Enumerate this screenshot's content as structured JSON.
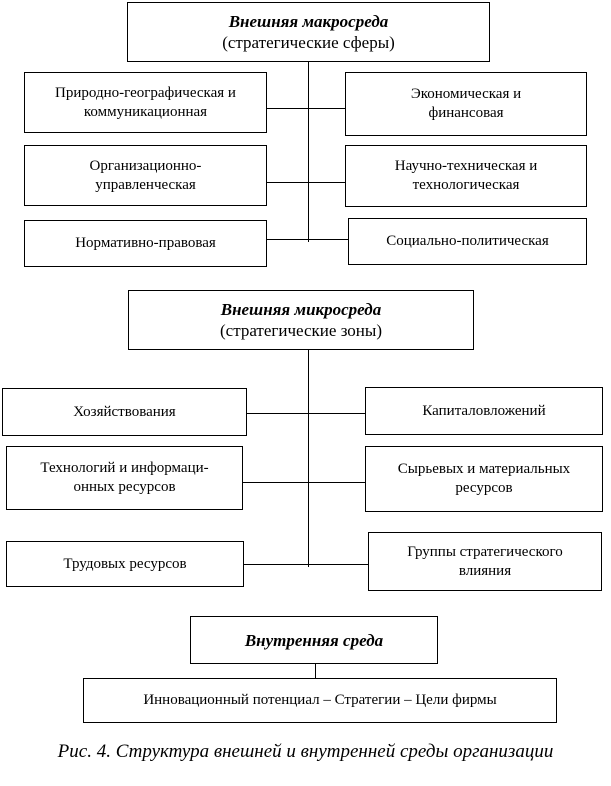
{
  "macro": {
    "title": "Внешняя макросреда",
    "subtitle": "(стратегические сферы)",
    "left": [
      "Природно-географическая и коммуникационная",
      "Организационно-управленческая",
      "Нормативно-правовая"
    ],
    "right": [
      "Экономическая и финансовая",
      "Научно-техническая и технологическая",
      "Социально-политическая"
    ]
  },
  "micro": {
    "title": "Внешняя микросреда",
    "subtitle": "(стратегические зоны)",
    "left": [
      "Хозяйствования",
      "Технологий и информаци-онных ресурсов",
      "Трудовых ресурсов"
    ],
    "right": [
      "Капиталовложений",
      "Сырьевых и материальных ресурсов",
      "Группы стратегического влияния"
    ]
  },
  "internal": {
    "title": "Внутренняя среда",
    "detail": "Инновационный потенциал – Стратегии – Цели фирмы"
  },
  "caption": "Рис. 4. Структура внешней и внутренней среды организации"
}
